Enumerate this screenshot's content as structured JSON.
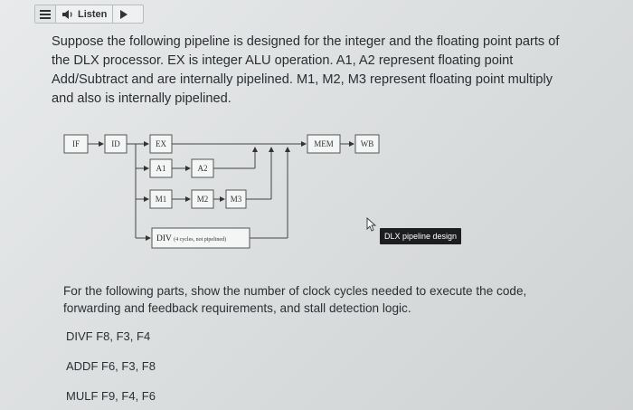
{
  "toolbar": {
    "menu_icon": "menu-icon",
    "listen_label": "Listen",
    "speaker_icon": "speaker-icon",
    "play_icon": "play-icon"
  },
  "question": {
    "paragraph": "Suppose the following pipeline is designed for the integer and the floating point parts of the DLX processor. EX is integer ALU operation. A1, A2 represent floating point Add/Subtract and are internally pipelined. M1, M2, M3 represent floating point multiply and also is internally pipelined."
  },
  "diagram": {
    "stages": {
      "if": "IF",
      "id": "ID",
      "ex": "EX",
      "a1": "A1",
      "a2": "A2",
      "m1": "M1",
      "m2": "M2",
      "m3": "M3",
      "mem": "MEM",
      "wb": "WB",
      "div": "DIV",
      "div_note": "(4 cycles, not pipelined)"
    },
    "tooltip": "DLX pipeline design"
  },
  "parts": {
    "paragraph": "For the following parts, show the number of clock cycles needed to execute the code, forwarding and feedback requirements, and stall detection logic.",
    "instructions": [
      "DIVF F8, F3, F4",
      "ADDF F6, F3, F8",
      "MULF F9, F4, F6"
    ]
  },
  "colors": {
    "background": "#dcdfe0",
    "tooltip_bg": "#1d1e20",
    "text": "#2b2f33"
  }
}
